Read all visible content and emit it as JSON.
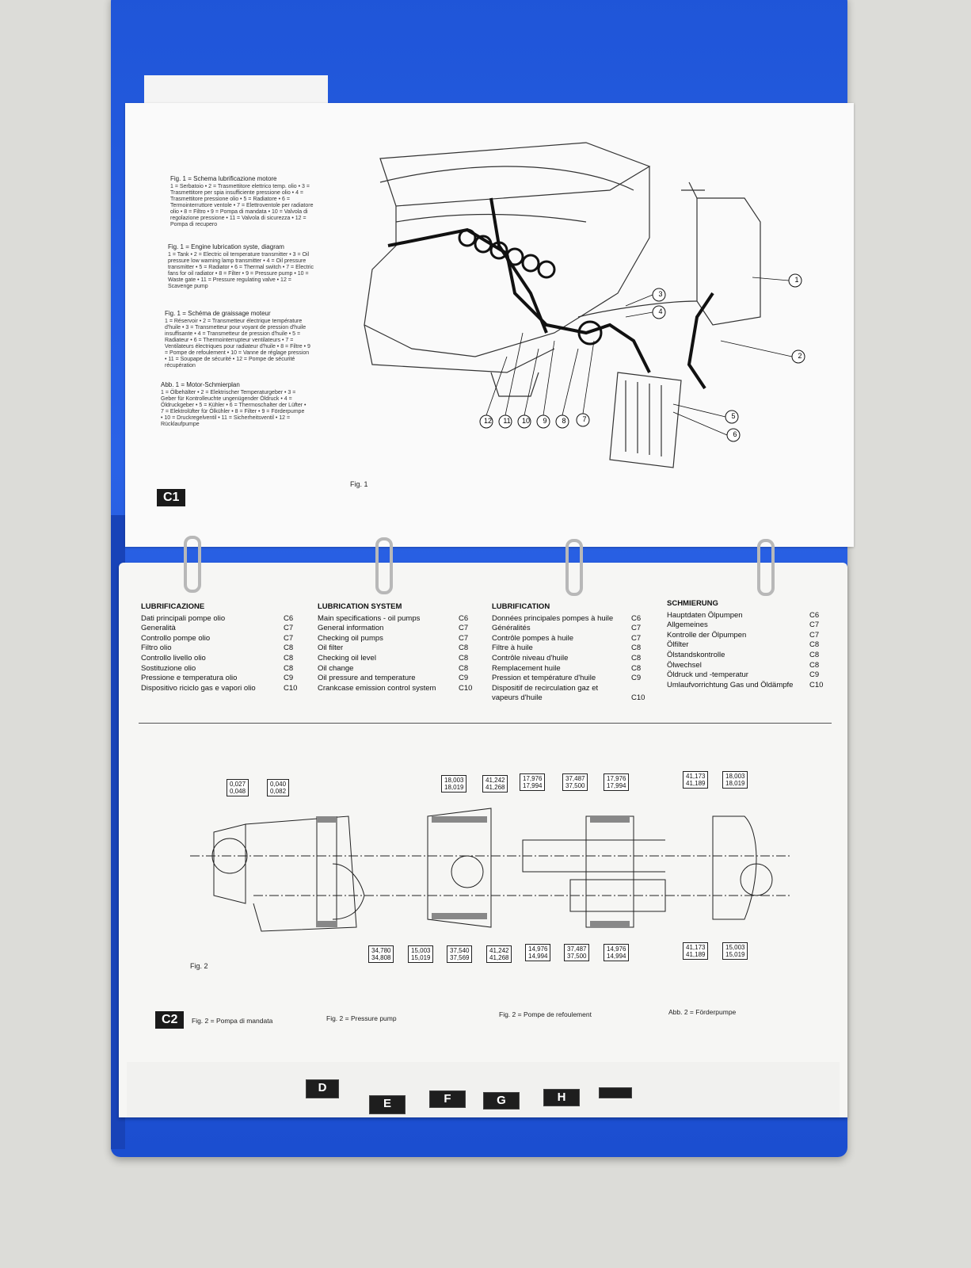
{
  "top_page": {
    "captions": [
      {
        "title": "Fig. 1 = Schema lubrificazione motore",
        "text": "1 = Serbatoio • 2 = Trasmettitore elettrico temp. olio • 3 = Trasmettitore per spia insufficiente pressione olio • 4 = Trasmettitore pressione olio • 5 = Radiatore • 6 = Termointerruttore ventole • 7 = Elettroventole per radiatore olio • 8 = Filtro • 9 = Pompa di mandata • 10 = Valvola di regolazione pressione • 11 = Valvola di sicurezza • 12 = Pompa di recupero"
      },
      {
        "title": "Fig. 1 = Engine lubrication syste, diagram",
        "text": "1 = Tank • 2 = Electric oil temperature transmitter • 3 = Oil pressure low warning lamp transmitter • 4 = Oil pressure transmitter • 5 = Radiator • 6 = Thermal switch • 7 = Electric fans for oil radiator • 8 = Filter • 9 = Pressure pump • 10 = Waste gate • 11 = Pressure regulating valve • 12 = Scavenge pump"
      },
      {
        "title": "Fig. 1 = Schéma de graissage moteur",
        "text": "1 = Réservoir • 2 = Transmetteur électrique température d'huile • 3 = Transmetteur pour voyant de pression d'huile insuffisante • 4 = Transmetteur de pression d'huile • 5 = Radiateur • 6 = Thermointerrupteur ventilateurs • 7 = Ventilateurs électriques pour radiateur d'huile • 8 = Filtre • 9 = Pompe de refoulement • 10 = Vanne de réglage pression • 11 = Soupape de sécurité • 12 = Pompe de sécurité récupération"
      },
      {
        "title": "Abb. 1 = Motor-Schmierplan",
        "text": "1 = Ölbehälter • 2 = Elektrischer Temperaturgeber • 3 = Geber für Kontrolleuchte ungenügender Öldruck • 4 = Öldruckgeber • 5 = Kühler • 6 = Thermoschalter der Lüfter • 7 = Elektrolüfter für Ölkühler • 8 = Filter • 9 = Förderpumpe • 10 = Druckregelventil • 11 = Sicherheitsventil • 12 = Rücklaufpumpe"
      }
    ],
    "fig_label": "Fig. 1",
    "badge": "C1",
    "callouts": [
      "1",
      "2",
      "3",
      "4",
      "5",
      "6",
      "7",
      "8",
      "9",
      "10",
      "11",
      "12"
    ]
  },
  "toc": [
    {
      "heading": "LUBRIFICAZIONE",
      "rows": [
        {
          "label": "Dati principali pompe olio",
          "code": "C6"
        },
        {
          "label": "Generalità",
          "code": "C7"
        },
        {
          "label": "Controllo pompe olio",
          "code": "C7"
        },
        {
          "label": "Filtro olio",
          "code": "C8"
        },
        {
          "label": "Controllo livello olio",
          "code": "C8"
        },
        {
          "label": "Sostituzione olio",
          "code": "C8"
        },
        {
          "label": "Pressione e temperatura olio",
          "code": "C9"
        },
        {
          "label": "Dispositivo riciclo gas e vapori olio",
          "code": "C10"
        }
      ]
    },
    {
      "heading": "LUBRICATION SYSTEM",
      "rows": [
        {
          "label": "Main specifications - oil pumps",
          "code": "C6"
        },
        {
          "label": "General information",
          "code": "C7"
        },
        {
          "label": "Checking oil pumps",
          "code": "C7"
        },
        {
          "label": "Oil filter",
          "code": "C8"
        },
        {
          "label": "Checking oil level",
          "code": "C8"
        },
        {
          "label": "Oil change",
          "code": "C8"
        },
        {
          "label": "Oil pressure and temperature",
          "code": "C9"
        },
        {
          "label": "Crankcase emission control system",
          "code": "C10"
        }
      ]
    },
    {
      "heading": "LUBRIFICATION",
      "rows": [
        {
          "label": "Données principales pompes à huile",
          "code": "C6"
        },
        {
          "label": "Généralités",
          "code": "C7"
        },
        {
          "label": "Contrôle pompes à huile",
          "code": "C7"
        },
        {
          "label": "Filtre à huile",
          "code": "C8"
        },
        {
          "label": "Contrôle niveau d'huile",
          "code": "C8"
        },
        {
          "label": "Remplacement huile",
          "code": "C8"
        },
        {
          "label": "Pression et température d'huile",
          "code": "C9"
        },
        {
          "label": "Dispositif de recirculation gaz et",
          "code": ""
        },
        {
          "label": "vapeurs d'huile",
          "code": "C10"
        }
      ]
    },
    {
      "heading": "SCHMIERUNG",
      "rows": [
        {
          "label": "Hauptdaten Ölpumpen",
          "code": "C6"
        },
        {
          "label": "Allgemeines",
          "code": "C7"
        },
        {
          "label": "Kontrolle der Ölpumpen",
          "code": "C7"
        },
        {
          "label": "Ölfilter",
          "code": "C8"
        },
        {
          "label": "Ölstandskontrolle",
          "code": "C8"
        },
        {
          "label": "Ölwechsel",
          "code": "C8"
        },
        {
          "label": "Öldruck und -temperatur",
          "code": "C9"
        },
        {
          "label": "Umlaufvorrichtung Gas und Öldämpfe",
          "code": "C10"
        }
      ]
    }
  ],
  "dimensions_top": [
    [
      "0,027",
      "0,048"
    ],
    [
      "0,040",
      "0,082"
    ],
    [
      "18,003",
      "18,019"
    ],
    [
      "41,242",
      "41,268"
    ],
    [
      "17,976",
      "17,994"
    ],
    [
      "37,487",
      "37,500"
    ],
    [
      "17,976",
      "17,994"
    ],
    [
      "41,173",
      "41,189"
    ],
    [
      "18,003",
      "18,019"
    ]
  ],
  "dimensions_bottom": [
    [
      "34,780",
      "34,808"
    ],
    [
      "15,003",
      "15,019"
    ],
    [
      "37,540",
      "37,569"
    ],
    [
      "41,242",
      "41,268"
    ],
    [
      "14,976",
      "14,994"
    ],
    [
      "37,487",
      "37,500"
    ],
    [
      "14,976",
      "14,994"
    ],
    [
      "41,173",
      "41,189"
    ],
    [
      "15,003",
      "15,019"
    ]
  ],
  "fig2": {
    "label": "Fig. 2",
    "badge": "C2",
    "captions": [
      "Fig. 2 = Pompa di mandata",
      "Fig. 2 = Pressure pump",
      "Fig. 2 = Pompe de refoulement",
      "Abb. 2 = Förderpumpe"
    ]
  },
  "section_tabs": [
    "D",
    "E",
    "F",
    "G",
    "H"
  ],
  "colors": {
    "binder": "#2a62e6",
    "page": "#fafafa",
    "ink": "#111111"
  }
}
